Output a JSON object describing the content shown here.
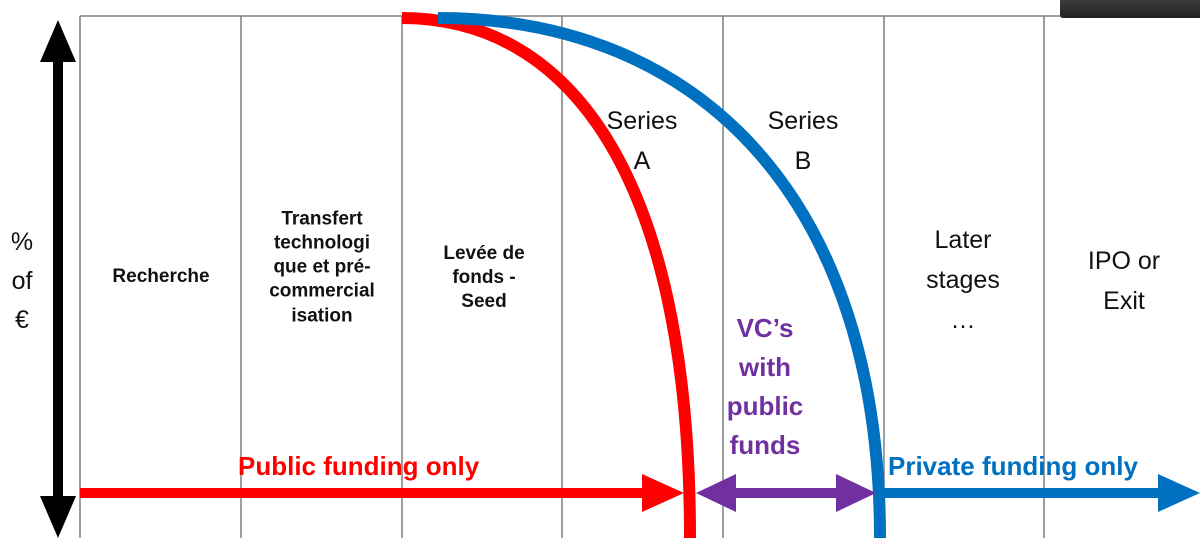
{
  "axis_label": [
    "%",
    "of",
    "€"
  ],
  "stages": [
    {
      "name": "stage-recherche",
      "lines": [
        "Recherche"
      ],
      "style": "bold"
    },
    {
      "name": "stage-transfert",
      "lines": [
        "Transfert",
        "technologi",
        "que et pré-",
        "commercial",
        "isation"
      ],
      "style": "bold"
    },
    {
      "name": "stage-seed",
      "lines": [
        "Levée de",
        "fonds -",
        "Seed"
      ],
      "style": "bold"
    },
    {
      "name": "stage-series-a",
      "lines": [
        "Series",
        "A"
      ],
      "style": "regular"
    },
    {
      "name": "stage-series-b",
      "lines": [
        "Series",
        "B"
      ],
      "style": "regular"
    },
    {
      "name": "stage-later",
      "lines": [
        "Later",
        "stages",
        "…"
      ],
      "style": "regular"
    },
    {
      "name": "stage-ipo",
      "lines": [
        "IPO or Exit"
      ],
      "style": "regular"
    }
  ],
  "public_label": "Public funding only",
  "private_label": "Private funding only",
  "vc_label": [
    "VC’s",
    "with",
    "public",
    "funds"
  ],
  "colors": {
    "public": "#ff0000",
    "private": "#0070c0",
    "vc": "#7030a0",
    "axis": "#000000",
    "grid": "#7f7f7f"
  }
}
